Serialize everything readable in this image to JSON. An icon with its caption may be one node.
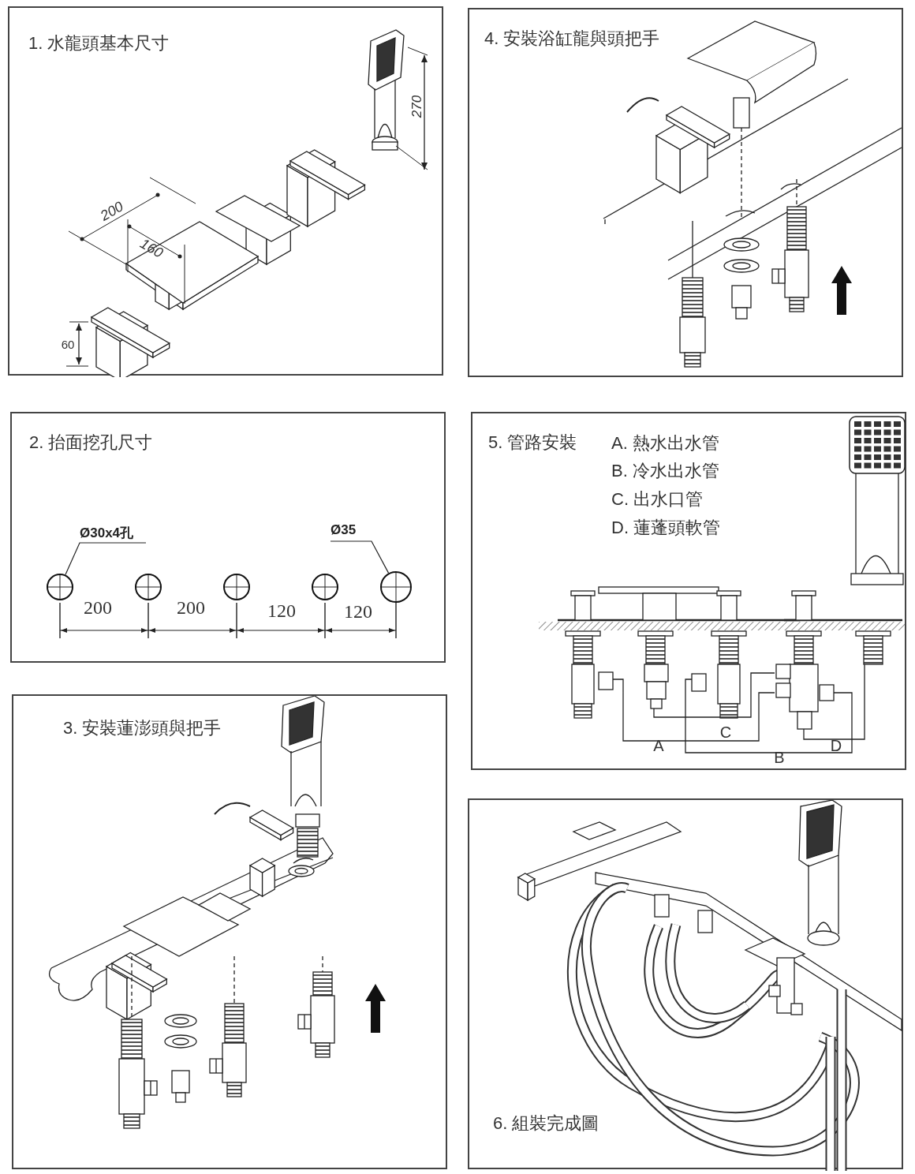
{
  "diagram": {
    "nodes": [
      {
        "text": [
          "1. 水龍頭基本尺寸"
        ]
      },
      {
        "text": [
          "4. 安裝浴缸龍與頭把手"
        ]
      },
      {
        "text": [
          "2. 抬面挖孔尺寸"
        ]
      },
      {
        "text": [
          "5. 管路安裝"
        ]
      },
      {
        "text": [
          "3. 安裝蓮澎頭與把手"
        ]
      },
      {
        "text": [
          "6. 組裝完成圖"
        ]
      },
      {
        "text": [
          "Ø30x4孔"
        ],
        "in": 2
      },
      {
        "text": [
          "Ø35"
        ],
        "in": 2
      },
      {
        "text": [],
        "shape": "circle",
        "in": 2
      },
      {
        "text": [],
        "shape": "circle",
        "in": 2
      },
      {
        "text": [],
        "shape": "circle",
        "in": 2
      },
      {
        "text": [],
        "shape": "circle",
        "in": 2
      },
      {
        "text": [],
        "shape": "circle",
        "in": 2
      }
    ],
    "edges": [
      {
        "from": 6,
        "to": 8,
        "arrow": "none"
      },
      {
        "from": 7,
        "to": 12,
        "arrow": "none"
      }
    ],
    "labels": [
      "200",
      "160",
      "60",
      "270",
      "200",
      "200",
      "120",
      "120",
      "A. 熱水出水管",
      "B. 冷水出水管",
      "C. 出水口管",
      "D. 蓮蓬頭軟管",
      "C",
      "A",
      "D",
      "B"
    ]
  }
}
